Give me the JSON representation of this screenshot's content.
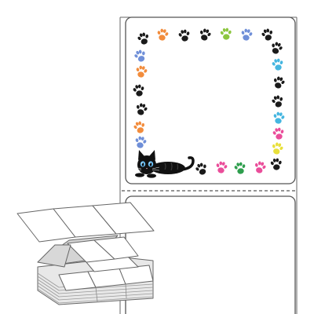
{
  "product": {
    "label_design": {
      "motif": "paw-print-border",
      "corner_character": "black-cat",
      "paw_colors": [
        "#1a1a1a",
        "#f28c3c",
        "#6f8fd8",
        "#8cc63f",
        "#45b6e0",
        "#ea4d9a",
        "#e8e03a",
        "#2e9e4d"
      ]
    },
    "label_sheet": {
      "perforation": "dashed",
      "colors": {
        "outline": "#555555",
        "background": "#ffffff"
      }
    },
    "fanfold_stack": {
      "colors": {
        "label_face": "#ffffff",
        "shadow": "#d4d4d4",
        "outline": "#666666"
      }
    }
  }
}
